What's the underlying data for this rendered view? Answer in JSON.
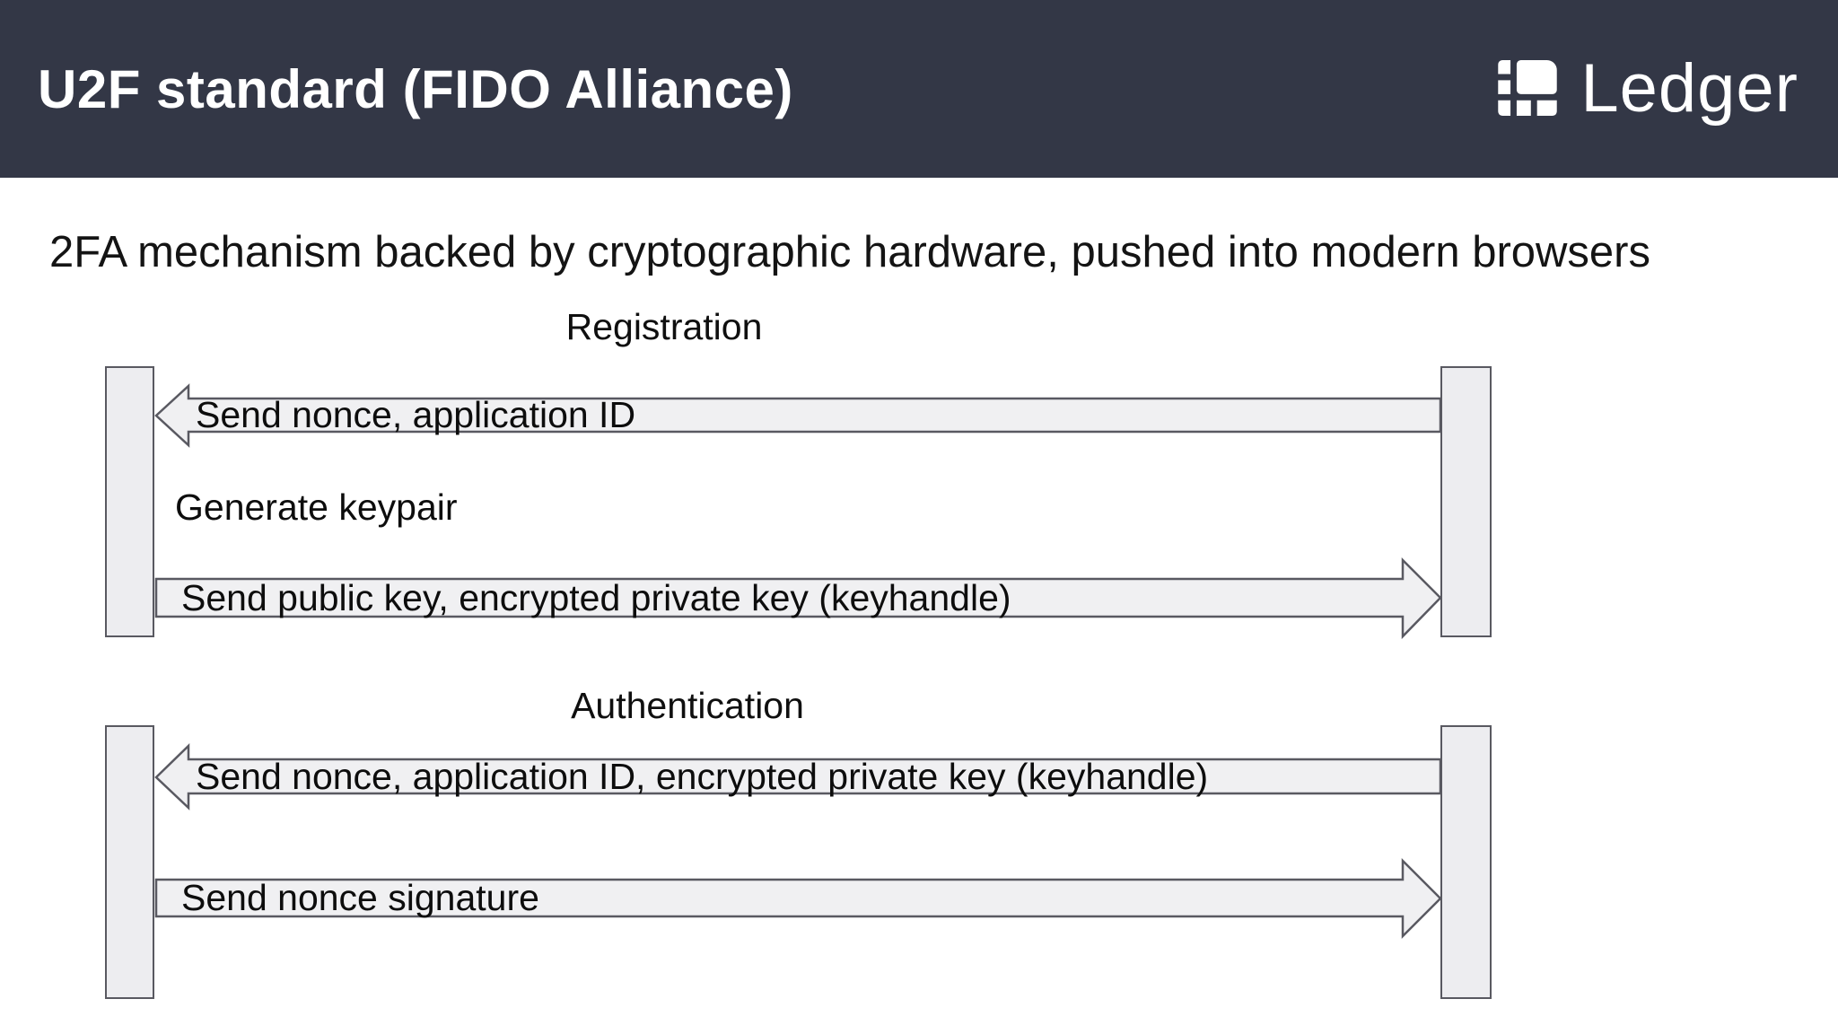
{
  "slide": {
    "header": {
      "title": "U2F standard (FIDO Alliance)",
      "brand": "Ledger",
      "logo_icon": "ledger-logo-icon",
      "bg_color": "#333746",
      "text_color": "#ffffff"
    },
    "subtitle": "2FA mechanism backed by cryptographic hardware, pushed into modern browsers",
    "colors": {
      "shape_fill": "#ededf0",
      "arrow_fill": "#f0f0f2",
      "shape_border": "#595961",
      "body_text": "#111111"
    },
    "sections": [
      {
        "title": "Registration",
        "steps": [
          {
            "type": "message-left",
            "label": "Send nonce, application ID"
          },
          {
            "type": "note",
            "label": "Generate keypair"
          },
          {
            "type": "message-right",
            "label": "Send public key, encrypted private key (keyhandle)"
          }
        ]
      },
      {
        "title": "Authentication",
        "steps": [
          {
            "type": "message-left",
            "label": "Send nonce, application ID, encrypted private key (keyhandle)"
          },
          {
            "type": "message-right",
            "label": "Send nonce signature"
          }
        ]
      }
    ]
  }
}
